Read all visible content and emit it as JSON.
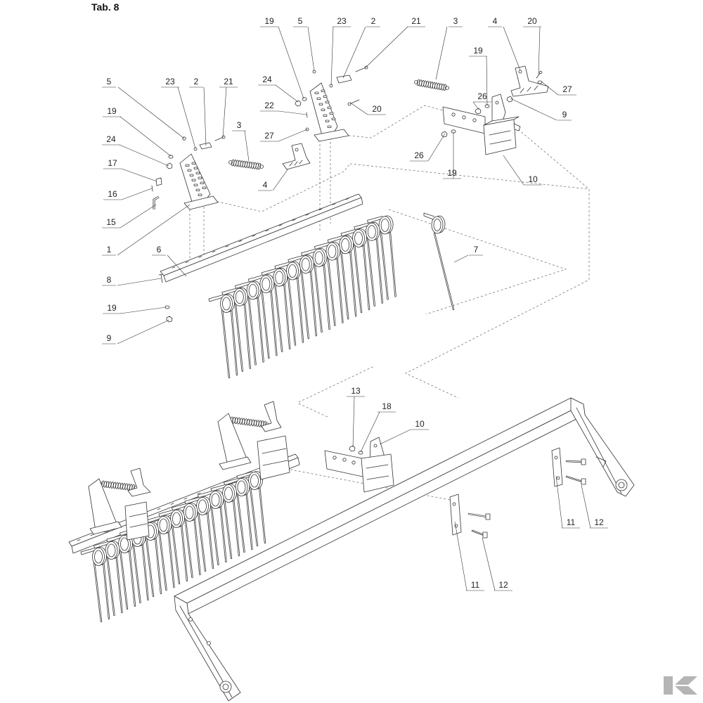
{
  "title": "Tab. 8",
  "callouts": {
    "upper_right_group": [
      "19",
      "5",
      "23",
      "2",
      "21",
      "3",
      "4",
      "20",
      "19",
      "27",
      "26",
      "9",
      "24",
      "22",
      "20",
      "27",
      "26",
      "19",
      "10"
    ],
    "upper_left_group": [
      "5",
      "23",
      "2",
      "21",
      "19",
      "24",
      "3",
      "17",
      "16",
      "4",
      "15",
      "1",
      "6",
      "7",
      "8",
      "19",
      "9"
    ],
    "lower_group": [
      "13",
      "18",
      "10",
      "11",
      "12",
      "11",
      "12"
    ]
  },
  "colors": {
    "line": "#333333",
    "logo": "#b5b5b5",
    "background": "#ffffff"
  }
}
